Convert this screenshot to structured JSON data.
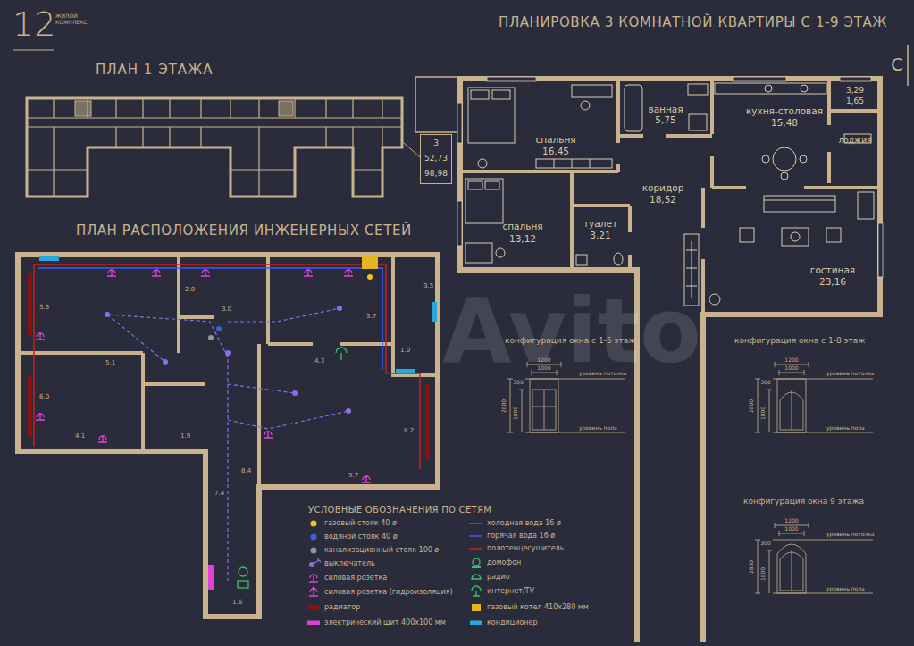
{
  "diagram": {
    "title": "ПЛАНИРОВКА 3 КОМНАТНОЙ КВАРТИРЫ С 1-9 ЭТАЖ",
    "nodes": [
      {
        "text": [
          "3",
          "52,73",
          "98,98"
        ]
      },
      {
        "text": [
          "спальня",
          "16,45"
        ]
      },
      {
        "text": [
          "ванная",
          "5,75"
        ]
      },
      {
        "text": [
          "кухня-столовая",
          "15,48"
        ]
      },
      {
        "text": [
          "3,29",
          "1,65",
          "лоджия"
        ]
      },
      {
        "text": [
          "коридор",
          "18,52"
        ]
      },
      {
        "text": [
          "спальня",
          "13,12"
        ]
      },
      {
        "text": [
          "туалет",
          "3,21"
        ]
      },
      {
        "text": [
          "гостиная",
          "23,16"
        ]
      }
    ],
    "labels": [
      "12",
      "ЖИЛОЙ КОМПЛЕКС",
      "ПЛАН 1 ЭТАЖА",
      "С",
      "ПЛАН РАСПОЛОЖЕНИЯ ИНЖЕНЕРНЫХ СЕТЕЙ",
      "3.3",
      "2.0",
      "3.0",
      "3.5",
      "3.7",
      "5.1",
      "1.0",
      "4.3",
      "6.0",
      "4.1",
      "1.9",
      "8.2",
      "8.4",
      "5.7",
      "7.4",
      "1.6",
      "конфигурация окна с 1-5 этаж",
      "1200",
      "1000",
      "300",
      "2800",
      "1800",
      "уровень потолка",
      "уровень пола",
      "конфигурация окна с 1-8 этаж",
      "1200",
      "1000",
      "300",
      "2800",
      "1800",
      "уровень потолка",
      "уровень пола",
      "конфигурация окна 9 этажа",
      "1200",
      "1000",
      "300",
      "2800",
      "1800",
      "уровень потолка",
      "уровень пола",
      "УСЛОВНЫЕ ОБОЗНАЧЕНИЯ ПО СЕТЯМ",
      "Avito"
    ],
    "legend": [
      {
        "text": "газовый стояк 40 ø",
        "color": "#f0c419"
      },
      {
        "text": "водяной стояк 40 ø",
        "color": "#3f5fd8"
      },
      {
        "text": "канализационный стояк 100 ø",
        "color": "#8a9a9a"
      },
      {
        "text": "выключатель"
      },
      {
        "text": "силовая розетка"
      },
      {
        "text": "силовая розетка (гидроизоляция)"
      },
      {
        "text": "радиатор",
        "color": "#8b1010"
      },
      {
        "text": "электрический щит 400х100 мм",
        "color": "#e23fd6"
      },
      {
        "text": "холодная вода 16 ø"
      },
      {
        "text": "горячая вода 16 ø"
      },
      {
        "text": "полотенцесушитель"
      },
      {
        "text": "домофон"
      },
      {
        "text": "радио"
      },
      {
        "text": "интернет/TV"
      },
      {
        "text": "газовый котел 410х280 мм",
        "color": "#e6b422"
      },
      {
        "text": "кондиционер",
        "color": "#29a8e0"
      }
    ]
  }
}
